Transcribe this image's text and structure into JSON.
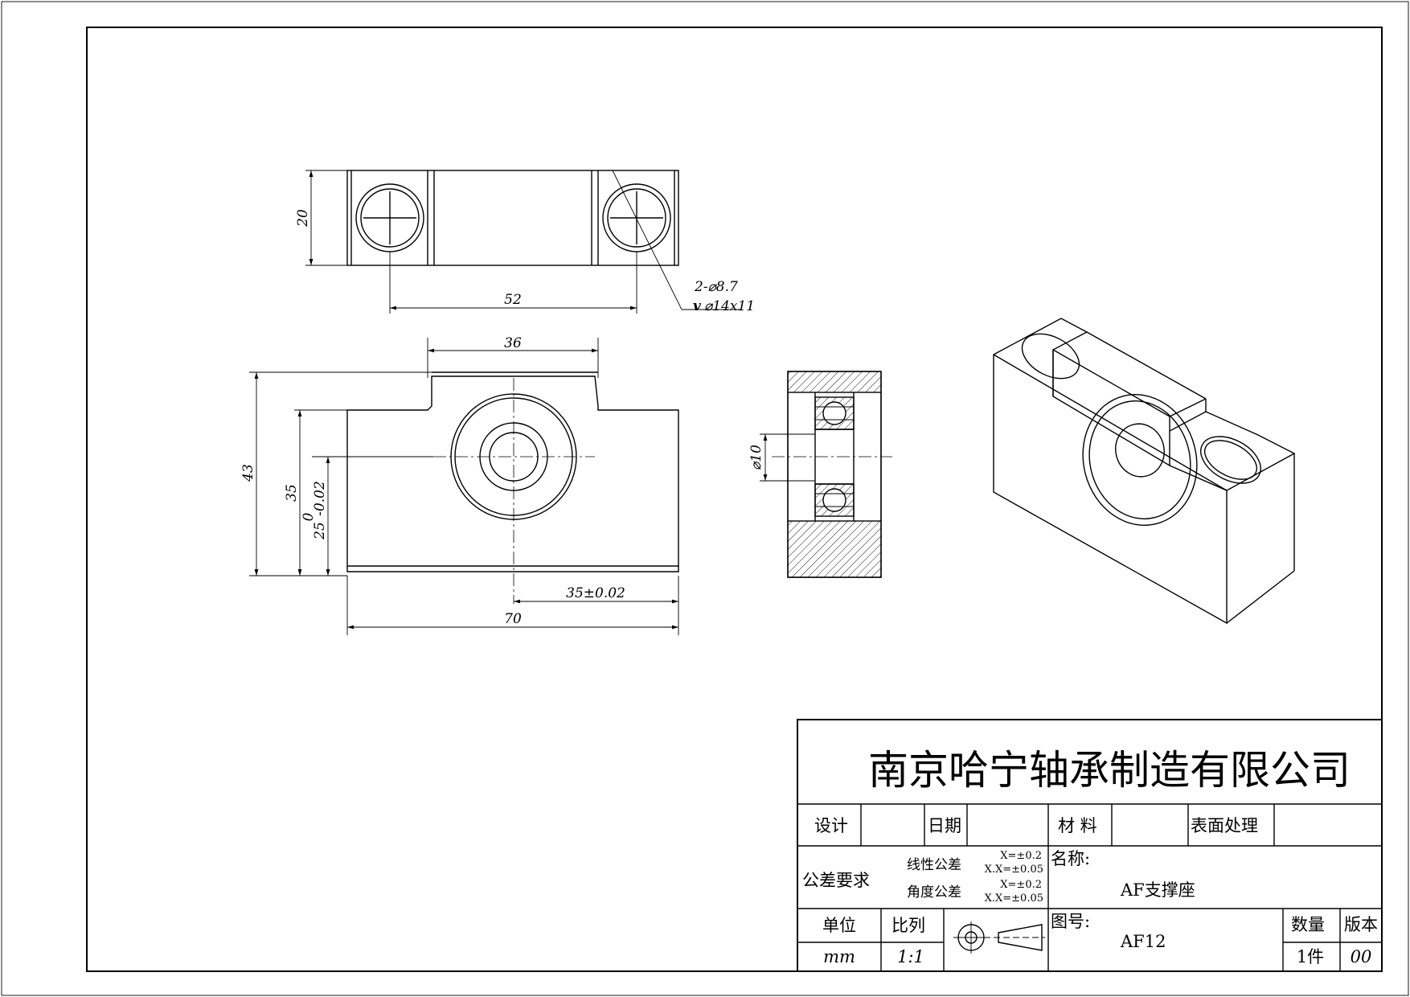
{
  "dimensions": {
    "top_view": {
      "height": "20",
      "hole_spacing": "52",
      "hole_callout_1": "2-⌀8.7",
      "hole_callout_2": "⌀14x11"
    },
    "front_view": {
      "top_width": "36",
      "total_height": "43",
      "body_height": "35",
      "center_height": "25",
      "center_tol_upper": "0",
      "center_tol_lower": "-0.02",
      "center_offset": "35±0.02",
      "total_width": "70"
    },
    "section_view": {
      "bore": "⌀10"
    }
  },
  "title_block": {
    "company": "南京哈宁轴承制造有限公司",
    "design_label": "设计",
    "date_label": "日期",
    "material_label": "材 料",
    "surface_label": "表面处理",
    "tolerance_label": "公差要求",
    "linear_tol_label": "线性公差",
    "angular_tol_label": "角度公差",
    "linear_tol_1": "X=±0.2",
    "linear_tol_2": "X.X=±0.05",
    "angular_tol_1": "X=±0.2",
    "angular_tol_2": "X.X=±0.05",
    "name_label": "名称:",
    "name_value": "AF支撑座",
    "unit_label": "单位",
    "unit_value": "mm",
    "scale_label": "比列",
    "scale_value": "1:1",
    "drawing_no_label": "图号:",
    "drawing_no_value": "AF12",
    "qty_label": "数量",
    "qty_value": "1件",
    "version_label": "版本",
    "version_value": "00"
  }
}
